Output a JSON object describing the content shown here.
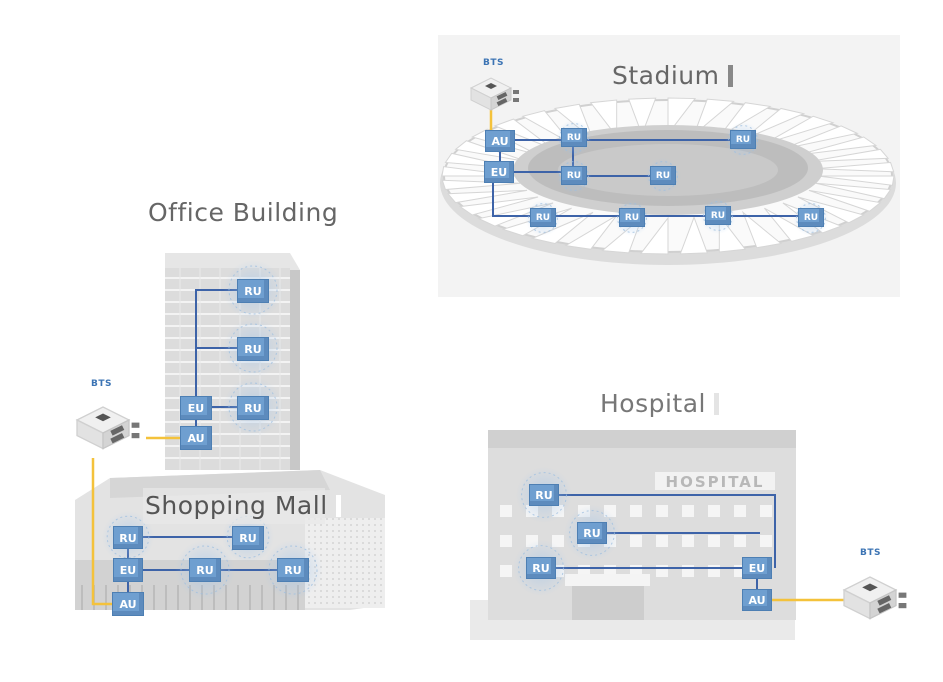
{
  "labels": {
    "stadium": "Stadium",
    "office": "Office Building",
    "mall": "Shopping Mall",
    "hospital": "Hospital",
    "hospital_sign": "HOSPITAL",
    "bts": "BTS",
    "au": "AU",
    "eu": "EU",
    "ru": "RU"
  },
  "colors": {
    "link": "#3d63a8",
    "fiber": "#f4c23b",
    "unit": "#6f9fd0",
    "building": "#e2e2e2"
  }
}
